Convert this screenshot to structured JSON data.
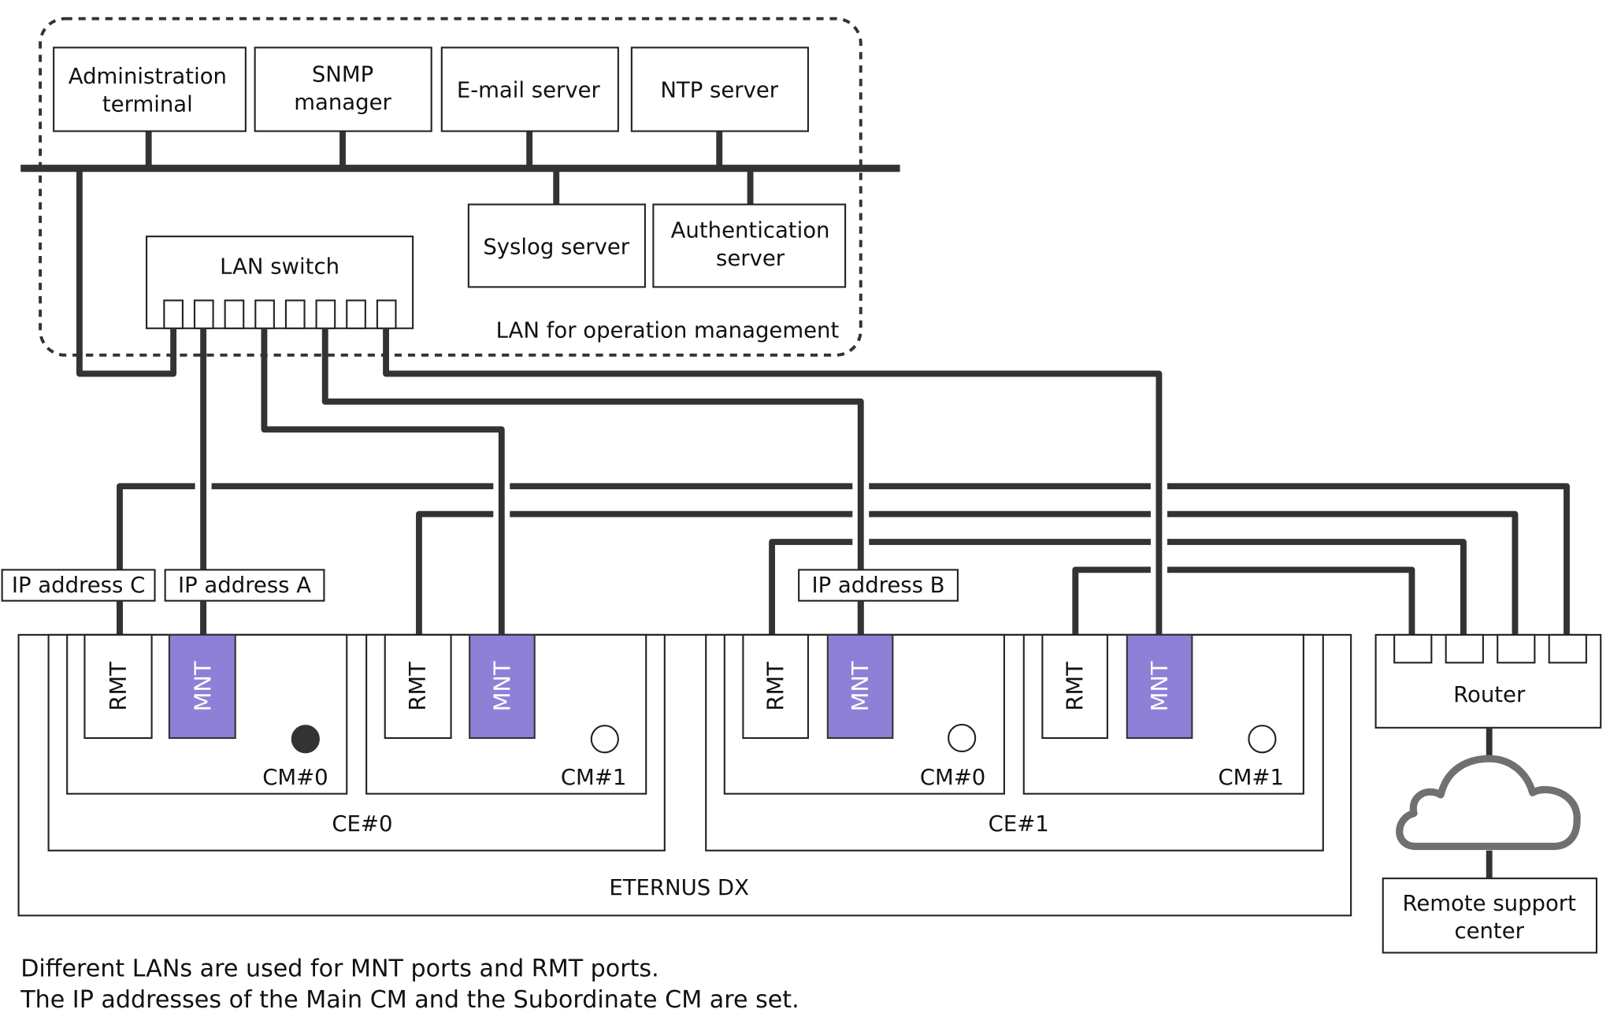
{
  "colors": {
    "mnt_port": "#8e80d6",
    "wire": "#333333",
    "cloud": "#707070",
    "main_cm_led": "#333333"
  },
  "management_lan": {
    "label": "LAN for operation management",
    "devices": {
      "admin": [
        "Administration",
        "terminal"
      ],
      "snmp": [
        "SNMP",
        "manager"
      ],
      "email": [
        "E-mail server"
      ],
      "ntp": [
        "NTP server"
      ],
      "syslog": [
        "Syslog server"
      ],
      "auth": [
        "Authentication",
        "server"
      ]
    },
    "lan_switch": {
      "label": "LAN switch",
      "port_count": 8
    }
  },
  "ip_labels": {
    "c": "IP address C",
    "a": "IP address A",
    "b": "IP address B"
  },
  "storage": {
    "label": "ETERNUS DX",
    "ces": [
      {
        "label": "CE#0",
        "cms": [
          {
            "label": "CM#0",
            "rmt": "RMT",
            "mnt": "MNT",
            "main": true
          },
          {
            "label": "CM#1",
            "rmt": "RMT",
            "mnt": "MNT",
            "main": false
          }
        ]
      },
      {
        "label": "CE#1",
        "cms": [
          {
            "label": "CM#0",
            "rmt": "RMT",
            "mnt": "MNT",
            "main": false
          },
          {
            "label": "CM#1",
            "rmt": "RMT",
            "mnt": "MNT",
            "main": false
          }
        ]
      }
    ]
  },
  "router": {
    "label": "Router",
    "port_count": 4
  },
  "remote_center": [
    "Remote support",
    "center"
  ],
  "notes": [
    "Different LANs are used for MNT ports and RMT ports.",
    "The IP addresses of the Main CM and the Subordinate CM are set."
  ]
}
